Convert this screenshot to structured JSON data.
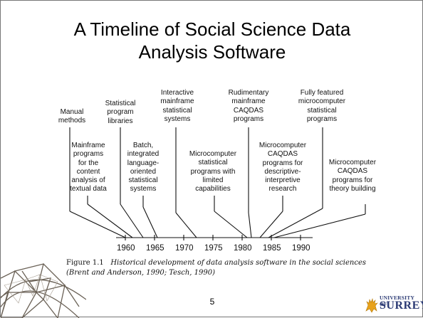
{
  "slide": {
    "title_line1": "A Timeline of Social Science Data",
    "title_line2": "Analysis Software",
    "page_number": "5"
  },
  "timeline": {
    "years": [
      "1960",
      "1965",
      "1970",
      "1975",
      "1980",
      "1985",
      "1990"
    ],
    "upper_labels": [
      [
        "Manual",
        "methods"
      ],
      [
        "Statistical",
        "program",
        "libraries"
      ],
      [
        "Interactive",
        "mainframe",
        "statistical",
        "systems"
      ],
      [
        "Rudimentary",
        "mainframe",
        "CAQDAS",
        "programs"
      ],
      [
        "Fully featured",
        "microcomputer",
        "statistical",
        "programs"
      ]
    ],
    "lower_labels": [
      [
        "Mainframe",
        "programs",
        "for the",
        "content",
        "analysis of",
        "textual data"
      ],
      [
        "Batch,",
        "integrated",
        "language-",
        "oriented",
        "statistical",
        "systems"
      ],
      [
        "Microcomputer",
        "statistical",
        "programs with",
        "limited",
        "capabilities"
      ],
      [
        "Microcomputer",
        "CAQDAS",
        "programs for",
        "descriptive-",
        "interpretive",
        "research"
      ],
      [
        "Microcomputer",
        "CAQDAS",
        "programs for",
        "theory building"
      ]
    ]
  },
  "caption": {
    "figure_label": "Figure 1.1",
    "text": "Historical development of data analysis software in the social sciences (Brent and Anderson, 1990; Tesch, 1990)"
  },
  "logo": {
    "line1": "UNIVERSITY OF",
    "line2": "SURREY",
    "colors": {
      "text": "#2b3a74",
      "crest": "#e8a21a"
    }
  }
}
